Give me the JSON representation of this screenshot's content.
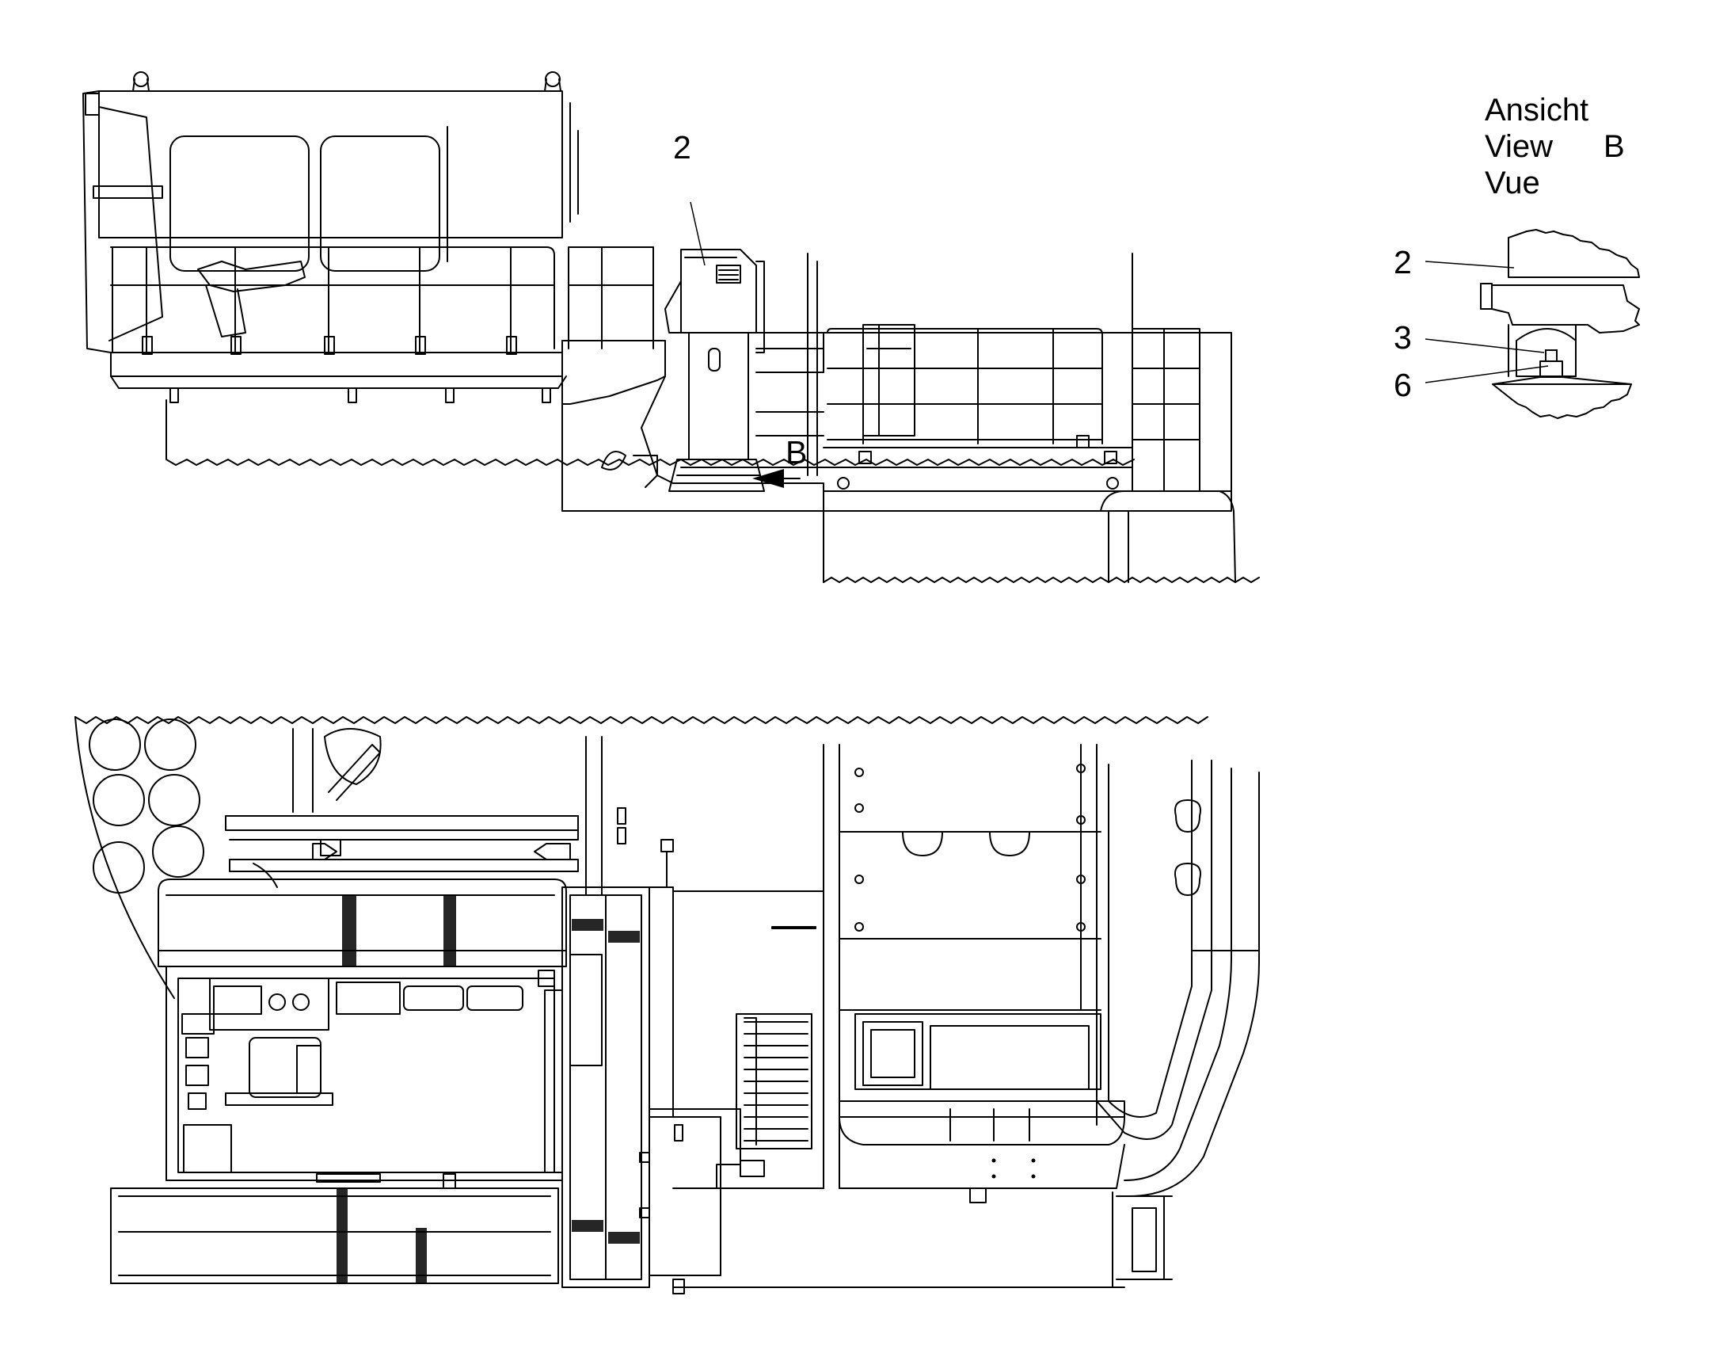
{
  "view_heading": {
    "line1": "Ansicht",
    "line2": "View",
    "line3": "Vue",
    "view_letter": "B"
  },
  "callouts": {
    "main_part": "2",
    "view_arrow_letter": "B",
    "detail_part_2": "2",
    "detail_part_3": "3",
    "detail_part_6": "6"
  }
}
